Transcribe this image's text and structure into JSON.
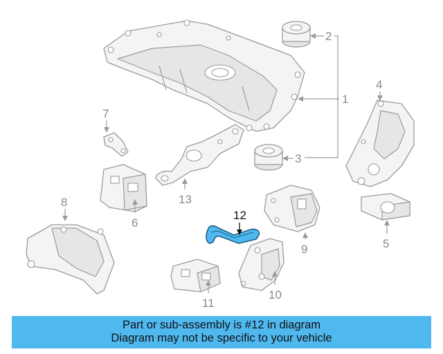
{
  "callouts": {
    "c1": "1",
    "c2": "2",
    "c3": "3",
    "c4": "4",
    "c5": "5",
    "c6": "6",
    "c7": "7",
    "c8": "8",
    "c9": "9",
    "c10": "10",
    "c11": "11",
    "c12": "12",
    "c13": "13"
  },
  "highlight": {
    "part": "12",
    "color": "#4fb8ef"
  },
  "banner": {
    "line1": "Part or sub-assembly is #12 in diagram",
    "line2": "Diagram may not be specific to your vehicle",
    "color": "#4fb8ef"
  }
}
